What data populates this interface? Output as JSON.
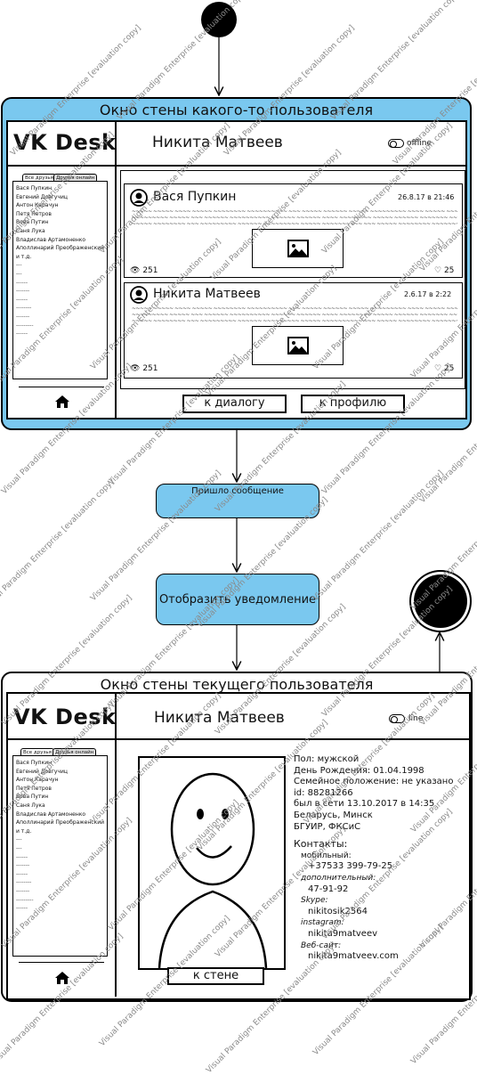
{
  "watermark": "Visual Paradigm Enterprise [evaluation copy]",
  "colors": {
    "accent": "#7ac8ef",
    "stroke": "#000000"
  },
  "lane1": {
    "title": "Окно стены какого-то пользователя",
    "logo": "VK Desk",
    "user_name": "Никита Матвеев",
    "status": "offline",
    "tabs": [
      "Все друзья",
      "Друзья онлайн"
    ],
    "friends": [
      "Вася Пупкин",
      "Евгений Довгучиц",
      "Антон Карачун",
      "Петя Петров",
      "Вова Путин",
      "Саня Лука",
      "Владислав Артамоненко",
      "Аполлинарий Преображенский",
      "и т.д."
    ],
    "posts": [
      {
        "author": "Вася Пупкин",
        "date": "26.8.17 в 21:46",
        "views": "251",
        "likes": "25"
      },
      {
        "author": "Никита Матвеев",
        "date": "2.6.17 в 2:22",
        "views": "251",
        "likes": "25"
      }
    ],
    "btn_dialog": "к диалогу",
    "btn_profile": "к профилю"
  },
  "actions": {
    "message": "Пришло сообщение",
    "notify": "Отобразить уведомление"
  },
  "lane2": {
    "title": "Окно стены текущего пользователя",
    "logo": "VK Desk",
    "user_name": "Никита Матвеев",
    "status": "line",
    "tabs": [
      "Все друзья",
      "Друзья онлайн"
    ],
    "friends": [
      "Вася Пупкин",
      "Евгений Довгучиц",
      "Антон Карачун",
      "Петя Петров",
      "Вова Путин",
      "Саня Лука",
      "Владислав Артамоненко",
      "Аполлинарий Преображенский",
      "и т.д."
    ],
    "info": [
      "Пол: мужской",
      "День Рождения: 01.04.1998",
      "Семейное положение: не указано",
      "id: 88281266",
      "был в сети 13.10.2017 в 14:35",
      "Беларусь, Минск",
      "БГУИР, ФКСиС"
    ],
    "contacts_title": "Контакты:",
    "contacts": [
      {
        "label": "мобильный:",
        "value": "+37533 399-79-25"
      },
      {
        "label": "дополнительный:",
        "value": "47-91-92"
      },
      {
        "label": "Skype:",
        "value": "nikitosik2564"
      },
      {
        "label": "instagram:",
        "value": "nikita9matveev"
      },
      {
        "label": "Веб-сайт:",
        "value": "nikita9matveev.com"
      }
    ],
    "btn_wall": "к стене"
  }
}
